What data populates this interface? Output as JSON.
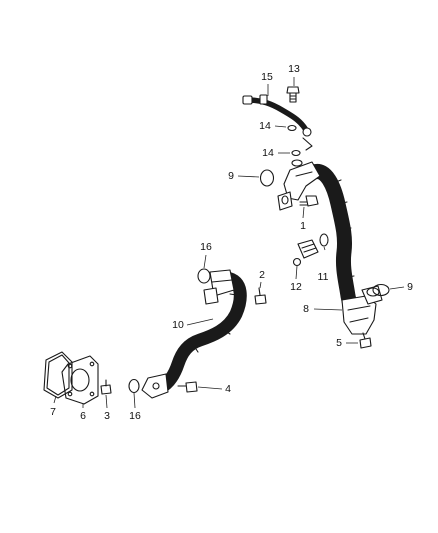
{
  "callouts": {
    "c1": "1",
    "c2": "2",
    "c3": "3",
    "c4": "4",
    "c5": "5",
    "c6": "6",
    "c7": "7",
    "c8": "8",
    "c9a": "9",
    "c9b": "9",
    "c10": "10",
    "c11": "11",
    "c12": "12",
    "c13": "13",
    "c14a": "14",
    "c14b": "14",
    "c15": "15",
    "c16a": "16",
    "c16b": "16"
  },
  "colors": {
    "line": "#1a1a1a",
    "background": "#ffffff"
  }
}
